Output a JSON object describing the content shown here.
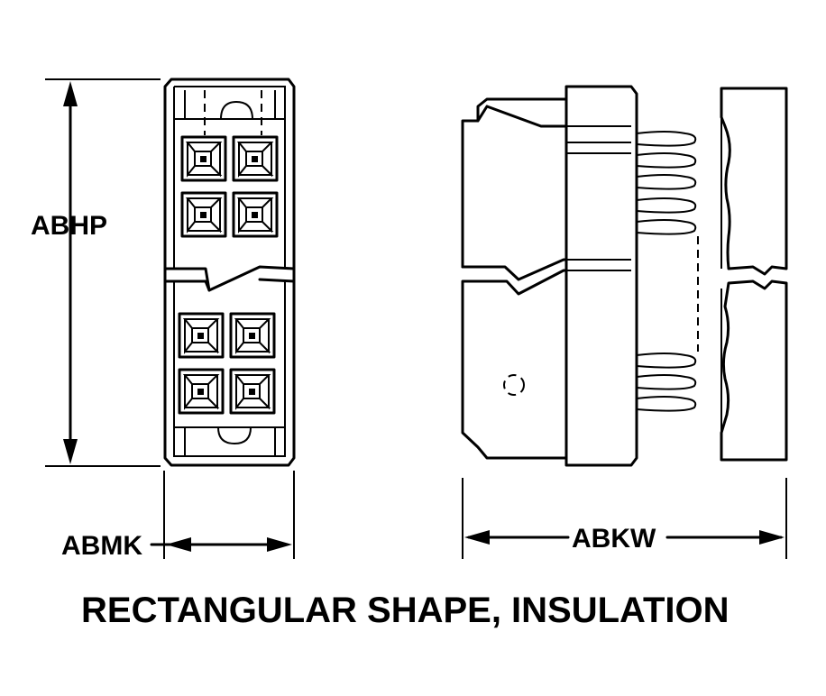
{
  "dimensions": {
    "height_label": "ABHP",
    "width_label": "ABMK",
    "length_label": "ABKW"
  },
  "caption": "RECTANGULAR SHAPE, INSULATION"
}
